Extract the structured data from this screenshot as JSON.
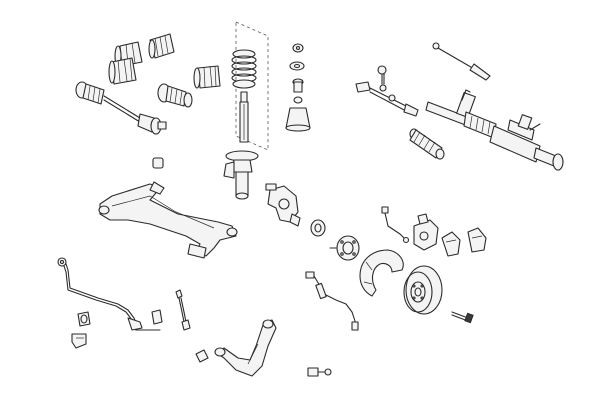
{
  "diagram": {
    "type": "exploded-parts-view",
    "background": "#ffffff",
    "line_color": "#2b2b2b",
    "parts": [
      {
        "icon": "cv-boot-icon",
        "count": 4
      },
      {
        "icon": "drive-shaft-icon",
        "count": 2
      },
      {
        "icon": "coil-spring-icon",
        "count": 1
      },
      {
        "icon": "shock-absorber-icon",
        "count": 1
      },
      {
        "icon": "strut-mount-icon",
        "count": 1
      },
      {
        "icon": "bump-stop-icon",
        "count": 1
      },
      {
        "icon": "tie-rod-icon",
        "count": 3
      },
      {
        "icon": "steering-rack-icon",
        "count": 1
      },
      {
        "icon": "rack-boot-icon",
        "count": 1
      },
      {
        "icon": "subframe-control-arm-icon",
        "count": 1
      },
      {
        "icon": "steering-knuckle-icon",
        "count": 1
      },
      {
        "icon": "wheel-bearing-icon",
        "count": 1
      },
      {
        "icon": "wheel-hub-icon",
        "count": 1
      },
      {
        "icon": "brake-shield-icon",
        "count": 1
      },
      {
        "icon": "brake-disc-icon",
        "count": 1
      },
      {
        "icon": "brake-caliper-icon",
        "count": 1
      },
      {
        "icon": "brake-pads-icon",
        "count": 1
      },
      {
        "icon": "brake-hose-icon",
        "count": 1
      },
      {
        "icon": "stabilizer-bar-icon",
        "count": 1
      },
      {
        "icon": "stabilizer-link-icon",
        "count": 1
      },
      {
        "icon": "lower-control-arm-icon",
        "count": 1
      },
      {
        "icon": "sensor-cable-icon",
        "count": 1
      },
      {
        "icon": "bushing-icon",
        "count": 4
      },
      {
        "icon": "bolt-icon",
        "count": 1
      }
    ]
  }
}
